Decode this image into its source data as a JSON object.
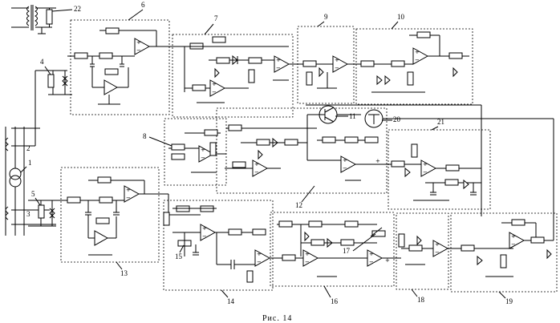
{
  "caption": "Рис. 14",
  "labels": {
    "n1": "1",
    "n2": "2",
    "n3": "3",
    "n4": "4",
    "n5": "5",
    "n6": "6",
    "n7": "7",
    "n8": "8",
    "n9": "9",
    "n10": "10",
    "n11": "11",
    "n12": "12",
    "n13": "13",
    "n14": "14",
    "n15": "15",
    "n16": "16",
    "n17": "17",
    "n18": "18",
    "n19": "19",
    "n20": "20",
    "n21": "21",
    "n22": "22"
  }
}
